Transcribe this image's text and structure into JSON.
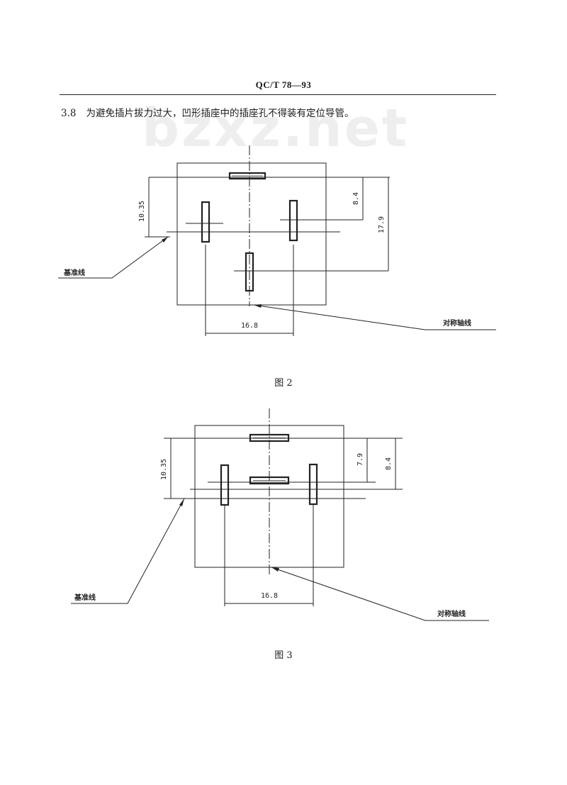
{
  "header": {
    "standard_code": "QC/T 78—93"
  },
  "watermark": "bzxz.net",
  "clause": {
    "number": "3.8",
    "text": "为避免插片拔力过大，凹形插座中的插座孔不得装有定位导管。"
  },
  "figure2": {
    "dims": {
      "left_height": "10.35",
      "right_inner": "8.4",
      "right_outer": "17.9",
      "bottom_width": "16.8"
    },
    "labels": {
      "reference_line": "基准线",
      "symmetry_axis": "对称轴线"
    },
    "caption": "图 2"
  },
  "figure3": {
    "dims": {
      "left_height": "10.35",
      "right_inner": "7.9",
      "right_outer": "8.4",
      "bottom_width": "16.8"
    },
    "labels": {
      "reference_line": "基准线",
      "symmetry_axis": "对称轴线"
    },
    "caption": "图 3"
  }
}
